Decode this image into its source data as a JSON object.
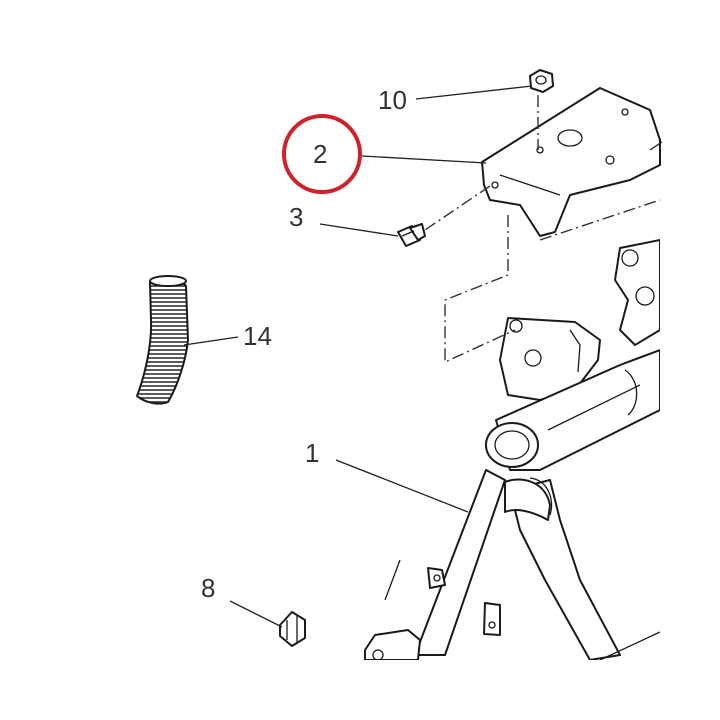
{
  "callouts": {
    "frame": "1",
    "bracket": "2",
    "screw": "3",
    "clip": "8",
    "nut": "10",
    "sleeve": "14"
  },
  "highlight": {
    "part": "2",
    "color": "#d0202a"
  }
}
